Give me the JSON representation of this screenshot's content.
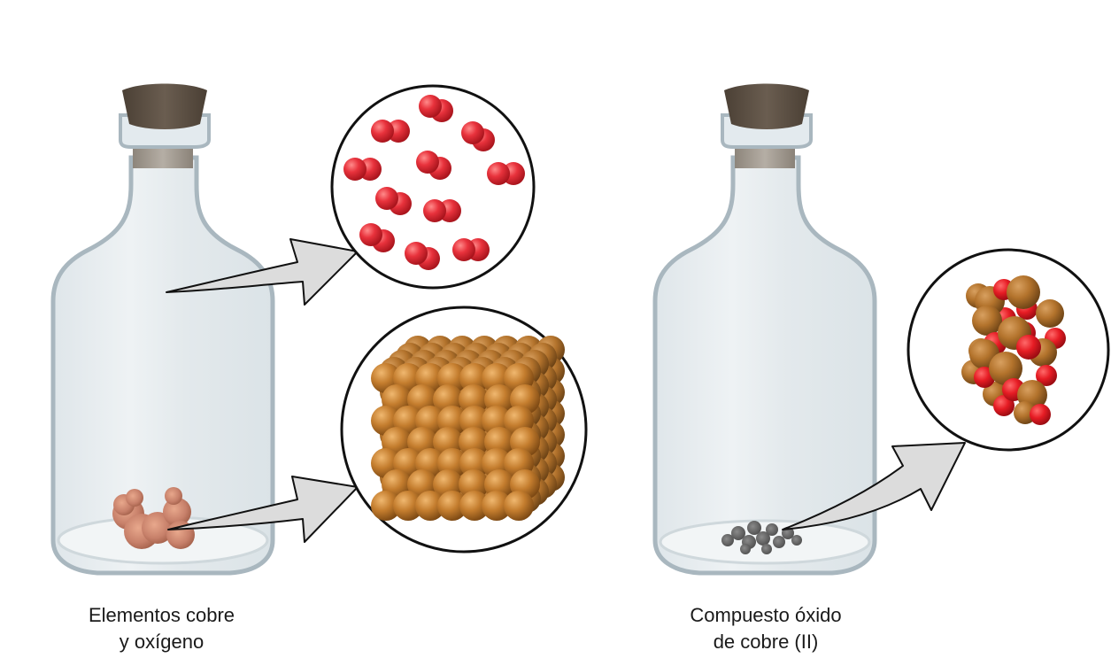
{
  "figure": {
    "panels": [
      {
        "id": "elements",
        "caption_line1": "Elementos cobre",
        "caption_line2": "y oxígeno",
        "bottle_contents": "copper-nugget",
        "zoom_views": [
          {
            "id": "oxygen-molecules",
            "depicts": "O2 diatomic molecules",
            "atom_color": "#e0303a",
            "molecule_count": 12
          },
          {
            "id": "copper-lattice",
            "depicts": "copper metal cubic lattice",
            "atom_color": "#c07a2c"
          }
        ]
      },
      {
        "id": "compound",
        "caption_line1": "Compuesto óxido",
        "caption_line2": "de cobre (II)",
        "bottle_contents": "black-copper-oxide-powder",
        "zoom_views": [
          {
            "id": "copper-oxide-cluster",
            "depicts": "CuO ionic cluster",
            "atom_colors": [
              "#b8762c",
              "#e0202a"
            ]
          }
        ]
      }
    ],
    "colors": {
      "glass_fill": "#e6ecef",
      "glass_edge": "#a9b7bf",
      "cork": "#5a4e42",
      "arrow_fill": "#dcdcdc",
      "arrow_stroke": "#111111",
      "circle_stroke": "#111111"
    }
  }
}
